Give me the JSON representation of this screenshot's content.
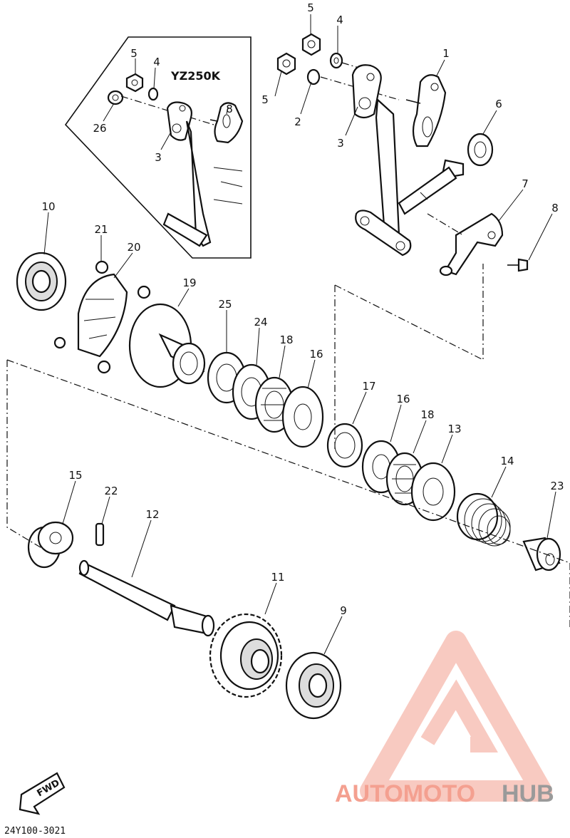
{
  "diagram": {
    "model_label": "YZ250K",
    "drawing_code": "24Y100-3021",
    "fwd_label": "FWD",
    "callouts": [
      {
        "id": "c5a",
        "text": "5"
      },
      {
        "id": "c4a",
        "text": "4"
      },
      {
        "id": "c1",
        "text": "1"
      },
      {
        "id": "c5b",
        "text": "5"
      },
      {
        "id": "c2",
        "text": "2"
      },
      {
        "id": "c3a",
        "text": "3"
      },
      {
        "id": "c6",
        "text": "6"
      },
      {
        "id": "c7",
        "text": "7"
      },
      {
        "id": "c8",
        "text": "8"
      },
      {
        "id": "c5c",
        "text": "5"
      },
      {
        "id": "c4b",
        "text": "4"
      },
      {
        "id": "c26",
        "text": "26"
      },
      {
        "id": "c3b",
        "text": "3"
      },
      {
        "id": "c8b",
        "text": "8"
      },
      {
        "id": "c10",
        "text": "10"
      },
      {
        "id": "c21",
        "text": "21"
      },
      {
        "id": "c20",
        "text": "20"
      },
      {
        "id": "c19",
        "text": "19"
      },
      {
        "id": "c25",
        "text": "25"
      },
      {
        "id": "c24",
        "text": "24"
      },
      {
        "id": "c18a",
        "text": "18"
      },
      {
        "id": "c16a",
        "text": "16"
      },
      {
        "id": "c17",
        "text": "17"
      },
      {
        "id": "c16b",
        "text": "16"
      },
      {
        "id": "c18b",
        "text": "18"
      },
      {
        "id": "c13",
        "text": "13"
      },
      {
        "id": "c14",
        "text": "14"
      },
      {
        "id": "c23",
        "text": "23"
      },
      {
        "id": "c15",
        "text": "15"
      },
      {
        "id": "c22",
        "text": "22"
      },
      {
        "id": "c12",
        "text": "12"
      },
      {
        "id": "c11",
        "text": "11"
      },
      {
        "id": "c9",
        "text": "9"
      }
    ]
  },
  "watermark": {
    "part1": "AUTOMOTO",
    "part2": "HUB",
    "color_primary": "#f4a090",
    "color_secondary": "#9a9a9a"
  }
}
